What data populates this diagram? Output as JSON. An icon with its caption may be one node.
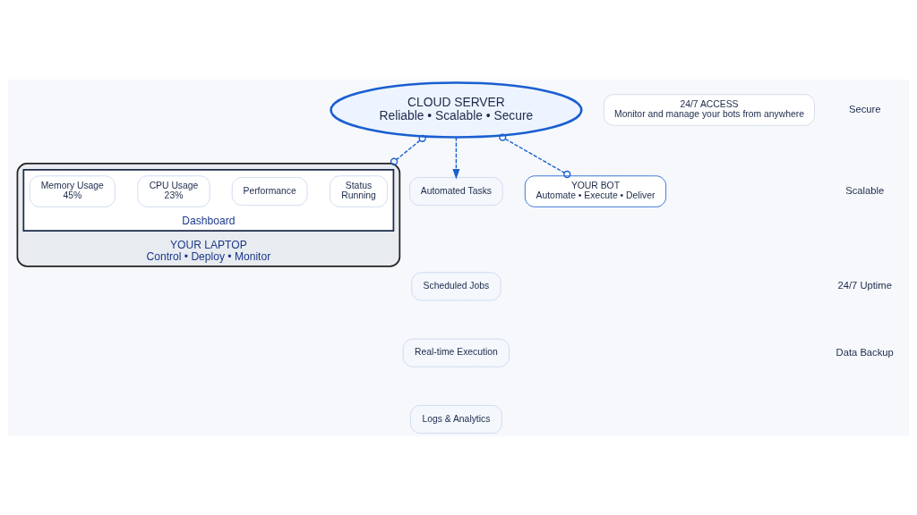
{
  "diagram": {
    "nodes": [
      {
        "text": [
          "CLOUD SERVER",
          "Reliable • Scalable • Secure"
        ]
      },
      {
        "text": [
          "24/7 ACCESS",
          "Monitor and manage your bots from anywhere"
        ]
      },
      {
        "text": [
          "YOUR LAPTOP",
          "Control • Deploy • Monitor"
        ]
      },
      {
        "text": [
          "Dashboard"
        ],
        "in": 2
      },
      {
        "text": [
          "Status",
          "Running"
        ],
        "in": 3
      },
      {
        "text": [
          "Performance"
        ],
        "in": 3
      },
      {
        "text": [
          "CPU Usage",
          "23%"
        ],
        "in": 3
      },
      {
        "text": [
          "Memory Usage",
          "45%"
        ],
        "in": 3
      },
      {
        "text": [
          "Automated Tasks"
        ]
      },
      {
        "text": [
          "Scheduled Jobs"
        ]
      },
      {
        "text": [
          "Real-time Execution"
        ]
      },
      {
        "text": [
          "Logs & Analytics"
        ]
      },
      {
        "text": [
          "YOUR BOT",
          "Automate • Execute • Deliver"
        ]
      }
    ],
    "edges": [
      {
        "from": 0,
        "to": 2,
        "arrow": "other",
        "style": "dashed"
      },
      {
        "from": 0,
        "to": 8,
        "arrow": "to",
        "style": "dashed"
      },
      {
        "from": 0,
        "to": 12,
        "arrow": "other",
        "style": "dashed"
      }
    ],
    "labels": [
      "Secure",
      "Scalable",
      "24/7 Uptime",
      "Data Backup"
    ]
  }
}
